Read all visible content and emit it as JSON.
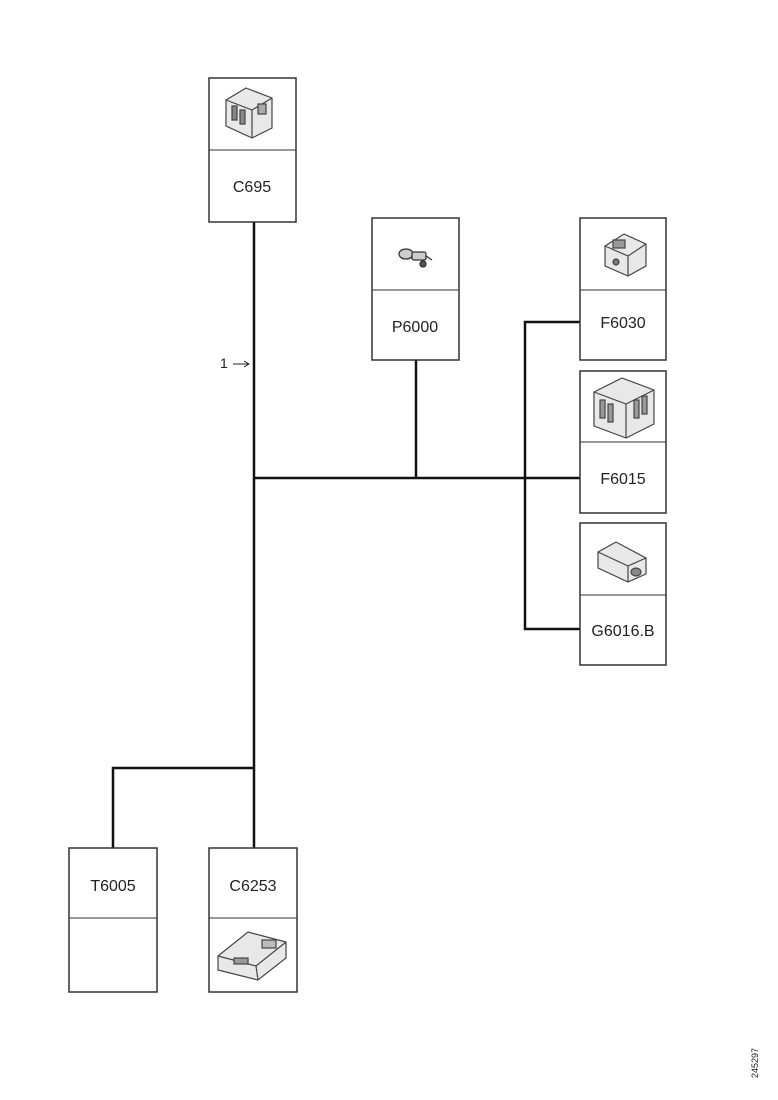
{
  "connectors": {
    "c695": {
      "label": "C695",
      "icon": "connector-block-icon"
    },
    "p6000": {
      "label": "P6000",
      "icon": "sensor-probe-icon"
    },
    "f6030": {
      "label": "F6030",
      "icon": "connector-block-icon"
    },
    "f6015": {
      "label": "F6015",
      "icon": "connector-housing-icon"
    },
    "g6016b": {
      "label": "G6016.B",
      "icon": "plug-icon"
    },
    "t6005": {
      "label": "T6005",
      "icon": ""
    },
    "c6253": {
      "label": "C6253",
      "icon": "connector-plate-icon"
    }
  },
  "callout": {
    "label": "1"
  },
  "document_id": "245297",
  "colors": {
    "line": "#111111",
    "box_border": "#333333",
    "icon": "#444444"
  }
}
